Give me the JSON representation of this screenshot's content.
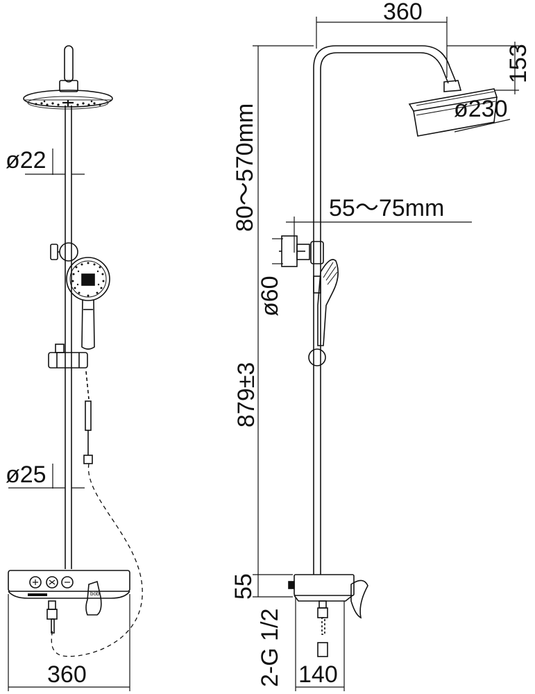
{
  "front_view": {
    "rod_diameter_top": "ø22",
    "rod_diameter_bottom": "ø25",
    "width": "360"
  },
  "side_view": {
    "top_arm_length": "360",
    "head_drop": "153",
    "head_diameter": "ø230",
    "slide_range": "55～75mm",
    "height_adjust": "80～570mm",
    "holder_diameter": "ø60",
    "height_main": "879±3",
    "valve_height": "55",
    "inlet_thread": "2-G 1/2",
    "inlet_spacing": "140"
  },
  "panel_label": "bob"
}
